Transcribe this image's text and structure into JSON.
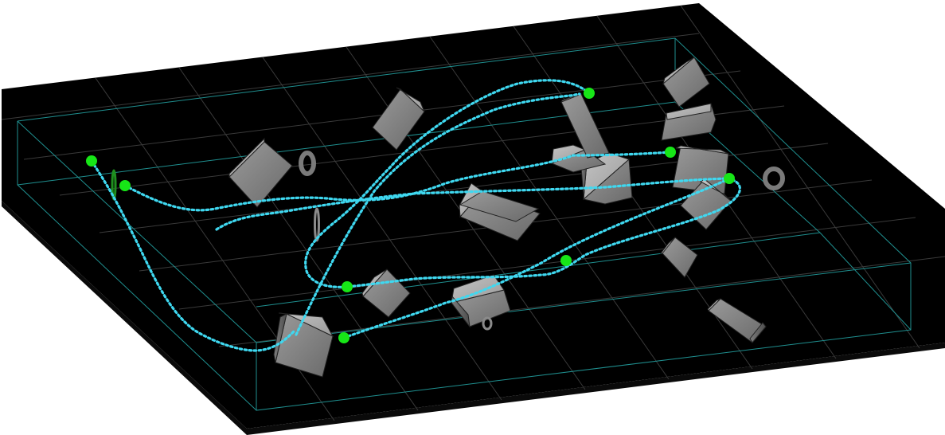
{
  "scene": {
    "background_color": "#ffffff",
    "floor_color": "#000000",
    "grid_color": "#3a3a3a",
    "boundary_color": "#1f8f8f",
    "obstacle_color": "#8c8c8c",
    "ring_color": "#7a7a7a",
    "path_color": "#3fd8f0",
    "waypoint_color": "#17e617",
    "obstacle_shape": "box-icon",
    "ring_shape": "torus-icon",
    "waypoint_shape": "dot-icon",
    "trajectory_count": 4,
    "waypoint_count": 9,
    "box_obstacle_count": 16,
    "ring_obstacle_count": 4
  }
}
